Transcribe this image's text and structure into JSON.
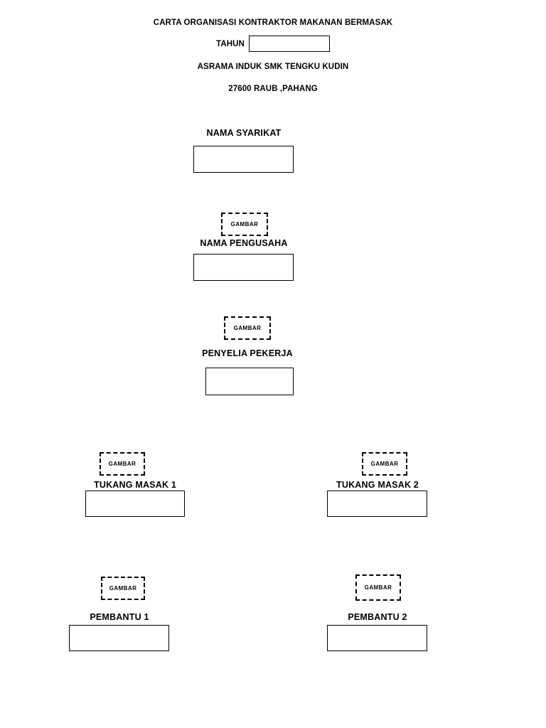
{
  "document": {
    "title": "CARTA ORGANISASI KONTRAKTOR  MAKANAN BERMASAK",
    "year_label": "TAHUN",
    "year_value": "",
    "subtitle_line_1": "ASRAMA INDUK SMK TENGKU KUDIN",
    "subtitle_line_2": "27600 RAUB ,PAHANG",
    "photo_placeholder_label": "GAMBAR",
    "ink_color": "#000000",
    "paper_color": "#ffffff"
  },
  "chart_nodes": [
    {
      "id": "nama-syarikat",
      "label": "NAMA SYARIKAT",
      "value": "",
      "has_photo": false
    },
    {
      "id": "nama-pengusaha",
      "label": "NAMA PENGUSAHA",
      "value": "",
      "has_photo": true,
      "photo_label": "GAMBAR"
    },
    {
      "id": "penyelia-pekerja",
      "label": "PENYELIA PEKERJA",
      "value": "",
      "has_photo": true,
      "photo_label": "GAMBAR"
    },
    {
      "id": "tukang-masak-1",
      "label": "TUKANG MASAK 1",
      "value": "",
      "has_photo": true,
      "photo_label": "GAMBAR"
    },
    {
      "id": "tukang-masak-2",
      "label": "TUKANG MASAK 2",
      "value": "",
      "has_photo": true,
      "photo_label": "GAMBAR"
    },
    {
      "id": "pembantu-1",
      "label": "PEMBANTU 1",
      "value": "",
      "has_photo": true,
      "photo_label": "GAMBAR"
    },
    {
      "id": "pembantu-2",
      "label": "PEMBANTU 2",
      "value": "",
      "has_photo": true,
      "photo_label": "GAMBAR"
    }
  ]
}
